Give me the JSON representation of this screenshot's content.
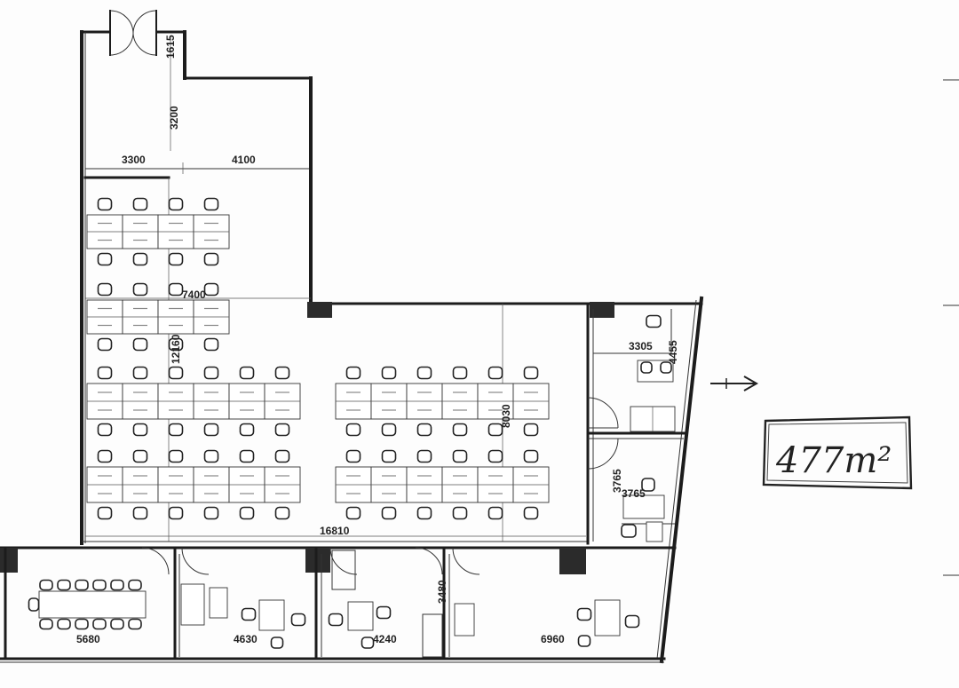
{
  "floor_plan": {
    "area_label": "477m²",
    "dimensions": {
      "entrance_depth": "1615",
      "corridor_depth": "3200",
      "span_left": "3300",
      "span_right": "4100",
      "workarea_inner": "7400",
      "workarea_height": "12160",
      "room_width": "3305",
      "room_height": "4455",
      "aisle": "8030",
      "office_lower_height": "3765",
      "office_lower_width": "3765",
      "total_width": "16810",
      "meeting_room": "5680",
      "office_a": "4630",
      "office_b": "4240",
      "office_c_height": "3480",
      "office_d": "6960"
    },
    "colors": {
      "wall": "#1c1c1c",
      "pillar": "#2b2b2b",
      "ink": "#222222"
    }
  }
}
